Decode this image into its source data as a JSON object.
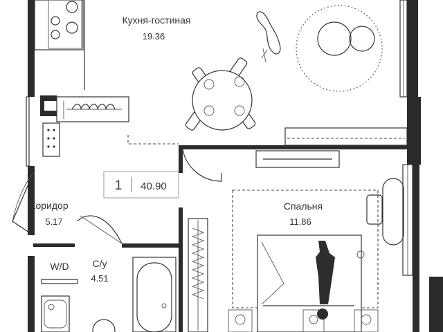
{
  "rooms": [
    {
      "name": "Кухня-гостиная",
      "area": "19.36"
    },
    {
      "name": "Коридор",
      "area": "5.17"
    },
    {
      "name": "Спальня",
      "area": "11.86"
    },
    {
      "name": "С/у",
      "area": "4.51"
    }
  ],
  "laundry_label": "W/D",
  "apartment": {
    "rooms": "1",
    "total_area": "40.90"
  }
}
